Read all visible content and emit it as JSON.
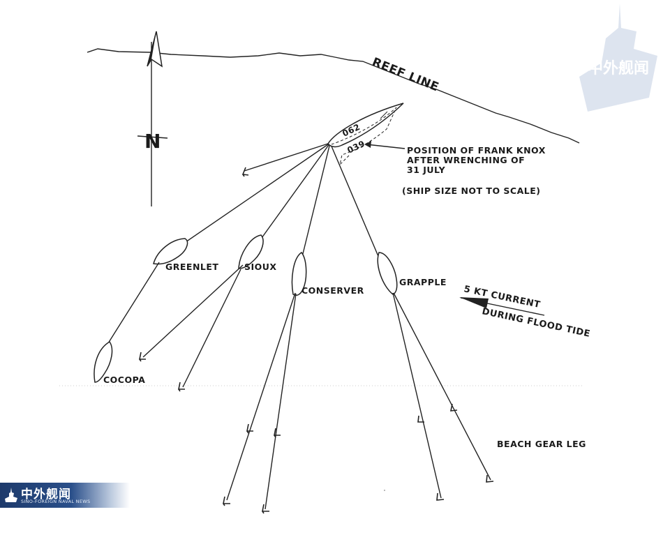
{
  "title": "Position of Frank Knox diagram",
  "labels": {
    "reef_line": "REEF LINE",
    "north": "N",
    "position_line1": "POSITION OF FRANK KNOX",
    "position_line2": "AFTER WRENCHING OF",
    "position_line3": "31 JULY",
    "ship_note": "(SHIP SIZE NOT TO SCALE)",
    "heading_062": "062",
    "heading_039": "039",
    "current_line1": "5 KT CURRENT",
    "current_line2": "DURING FLOOD TIDE",
    "beach_gear_leg": "BEACH GEAR LEG"
  },
  "ships": [
    {
      "name": "GREENLET"
    },
    {
      "name": "SIOUX"
    },
    {
      "name": "CONSERVER"
    },
    {
      "name": "GRAPPLE"
    },
    {
      "name": "COCOPA"
    }
  ],
  "logo": {
    "chinese": "中外舰闻",
    "english": "SINO-FOREIGN NAVAL NEWS",
    "watermark_text": "中外舰闻"
  },
  "colors": {
    "ink": "#222222",
    "logo_blue": "#1d3a6b"
  }
}
